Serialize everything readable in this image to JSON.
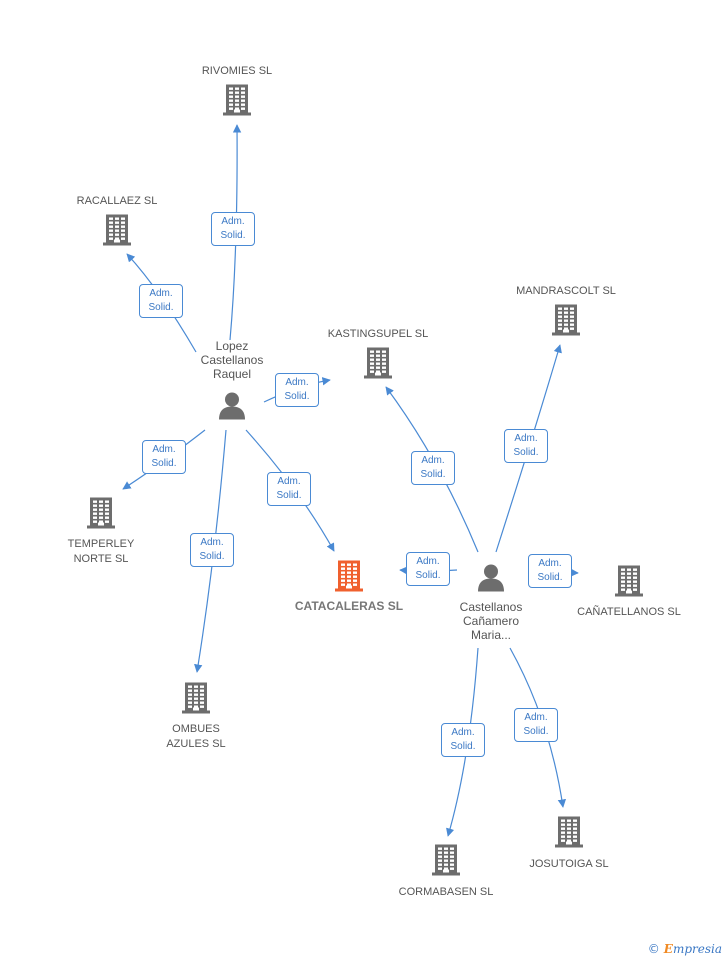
{
  "diagram": {
    "nodes": [
      {
        "id": "rivomies",
        "type": "company",
        "lines": [
          "RIVOMIES SL"
        ]
      },
      {
        "id": "racallaez",
        "type": "company",
        "lines": [
          "RACALLAEZ SL"
        ]
      },
      {
        "id": "mandrascolt",
        "type": "company",
        "lines": [
          "MANDRASCOLT SL"
        ]
      },
      {
        "id": "kastingsupel",
        "type": "company",
        "lines": [
          "KASTINGSUPEL SL"
        ]
      },
      {
        "id": "lopez",
        "type": "person",
        "lines": [
          "Lopez",
          "Castellanos",
          "Raquel"
        ]
      },
      {
        "id": "temperley",
        "type": "company",
        "lines": [
          "TEMPERLEY",
          "NORTE SL"
        ]
      },
      {
        "id": "catacaleras",
        "type": "company-focus",
        "lines": [
          "CATACALERAS SL"
        ]
      },
      {
        "id": "castellanos",
        "type": "person",
        "lines": [
          "Castellanos",
          "Cañamero",
          "Maria..."
        ]
      },
      {
        "id": "canatellanos",
        "type": "company",
        "lines": [
          "CAÑATELLANOS SL"
        ]
      },
      {
        "id": "ombues",
        "type": "company",
        "lines": [
          "OMBUES",
          "AZULES SL"
        ]
      },
      {
        "id": "josutoiga",
        "type": "company",
        "lines": [
          "JOSUTOIGA SL"
        ]
      },
      {
        "id": "cormabasen",
        "type": "company",
        "lines": [
          "CORMABASEN SL"
        ]
      }
    ],
    "edges": [
      {
        "from": "lopez",
        "to": "rivomies",
        "label": [
          "Adm.",
          "Solid."
        ]
      },
      {
        "from": "lopez",
        "to": "racallaez",
        "label": [
          "Adm.",
          "Solid."
        ]
      },
      {
        "from": "lopez",
        "to": "kastingsupel",
        "label": [
          "Adm.",
          "Solid."
        ]
      },
      {
        "from": "lopez",
        "to": "temperley",
        "label": [
          "Adm.",
          "Solid."
        ]
      },
      {
        "from": "lopez",
        "to": "catacaleras",
        "label": [
          "Adm.",
          "Solid."
        ]
      },
      {
        "from": "lopez",
        "to": "ombues",
        "label": [
          "Adm.",
          "Solid."
        ]
      },
      {
        "from": "castellanos",
        "to": "kastingsupel",
        "label": [
          "Adm.",
          "Solid."
        ]
      },
      {
        "from": "castellanos",
        "to": "mandrascolt",
        "label": [
          "Adm.",
          "Solid."
        ]
      },
      {
        "from": "castellanos",
        "to": "catacaleras",
        "label": [
          "Adm.",
          "Solid."
        ]
      },
      {
        "from": "castellanos",
        "to": "canatellanos",
        "label": [
          "Adm.",
          "Solid."
        ]
      },
      {
        "from": "castellanos",
        "to": "cormabasen",
        "label": [
          "Adm.",
          "Solid."
        ]
      },
      {
        "from": "castellanos",
        "to": "josutoiga",
        "label": [
          "Adm.",
          "Solid."
        ]
      }
    ]
  },
  "brand": {
    "copyright": "©",
    "first_letter": "E",
    "rest": "mpresia"
  },
  "colors": {
    "edge": "#4a8ad4",
    "icon": "#6d6d6d",
    "focus": "#f0602e",
    "label": "#555555"
  }
}
